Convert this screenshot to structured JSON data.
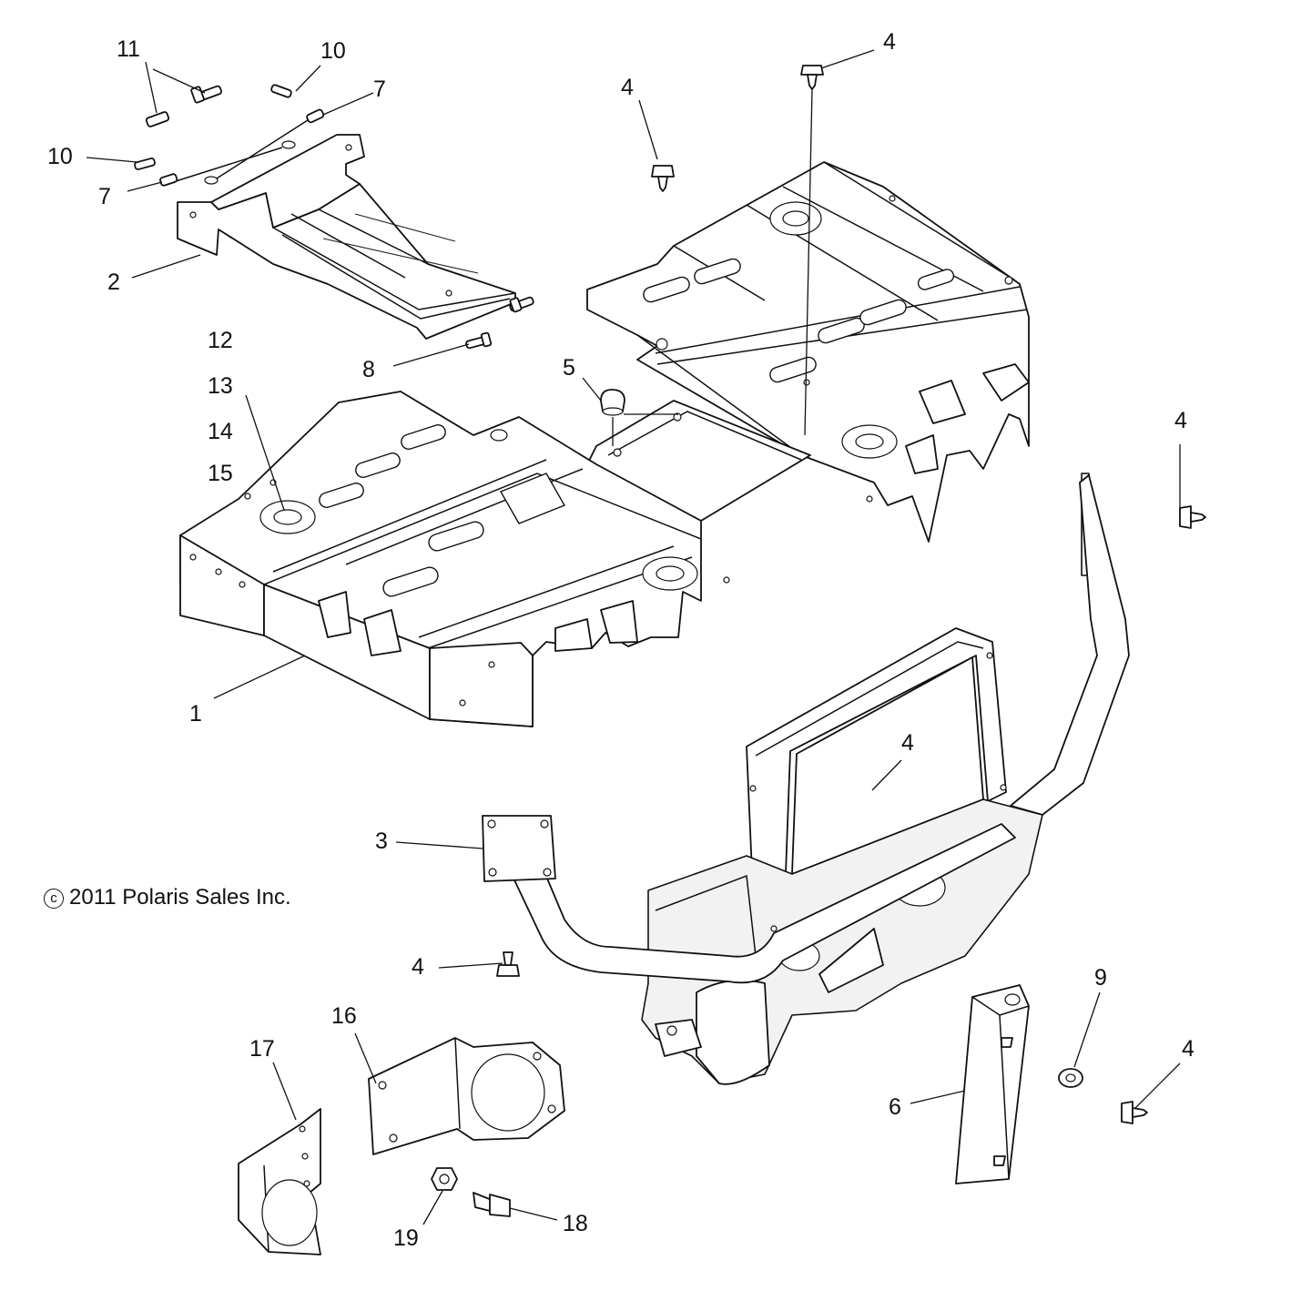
{
  "copyright": {
    "symbol": "c",
    "text": "2011 Polaris Sales Inc."
  },
  "callouts": [
    {
      "id": "c-11",
      "label": "11"
    },
    {
      "id": "c-10a",
      "label": "10"
    },
    {
      "id": "c-7a",
      "label": "7"
    },
    {
      "id": "c-10b",
      "label": "10"
    },
    {
      "id": "c-7b",
      "label": "7"
    },
    {
      "id": "c-2",
      "label": "2"
    },
    {
      "id": "c-12",
      "label": "12"
    },
    {
      "id": "c-8",
      "label": "8"
    },
    {
      "id": "c-13",
      "label": "13"
    },
    {
      "id": "c-14",
      "label": "14"
    },
    {
      "id": "c-15",
      "label": "15"
    },
    {
      "id": "c-1",
      "label": "1"
    },
    {
      "id": "c-4a",
      "label": "4"
    },
    {
      "id": "c-4b",
      "label": "4"
    },
    {
      "id": "c-5",
      "label": "5"
    },
    {
      "id": "c-4c",
      "label": "4"
    },
    {
      "id": "c-4d",
      "label": "4"
    },
    {
      "id": "c-3",
      "label": "3"
    },
    {
      "id": "c-4e",
      "label": "4"
    },
    {
      "id": "c-9",
      "label": "9"
    },
    {
      "id": "c-4f",
      "label": "4"
    },
    {
      "id": "c-16",
      "label": "16"
    },
    {
      "id": "c-17",
      "label": "17"
    },
    {
      "id": "c-6",
      "label": "6"
    },
    {
      "id": "c-19",
      "label": "19"
    },
    {
      "id": "c-18",
      "label": "18"
    }
  ]
}
